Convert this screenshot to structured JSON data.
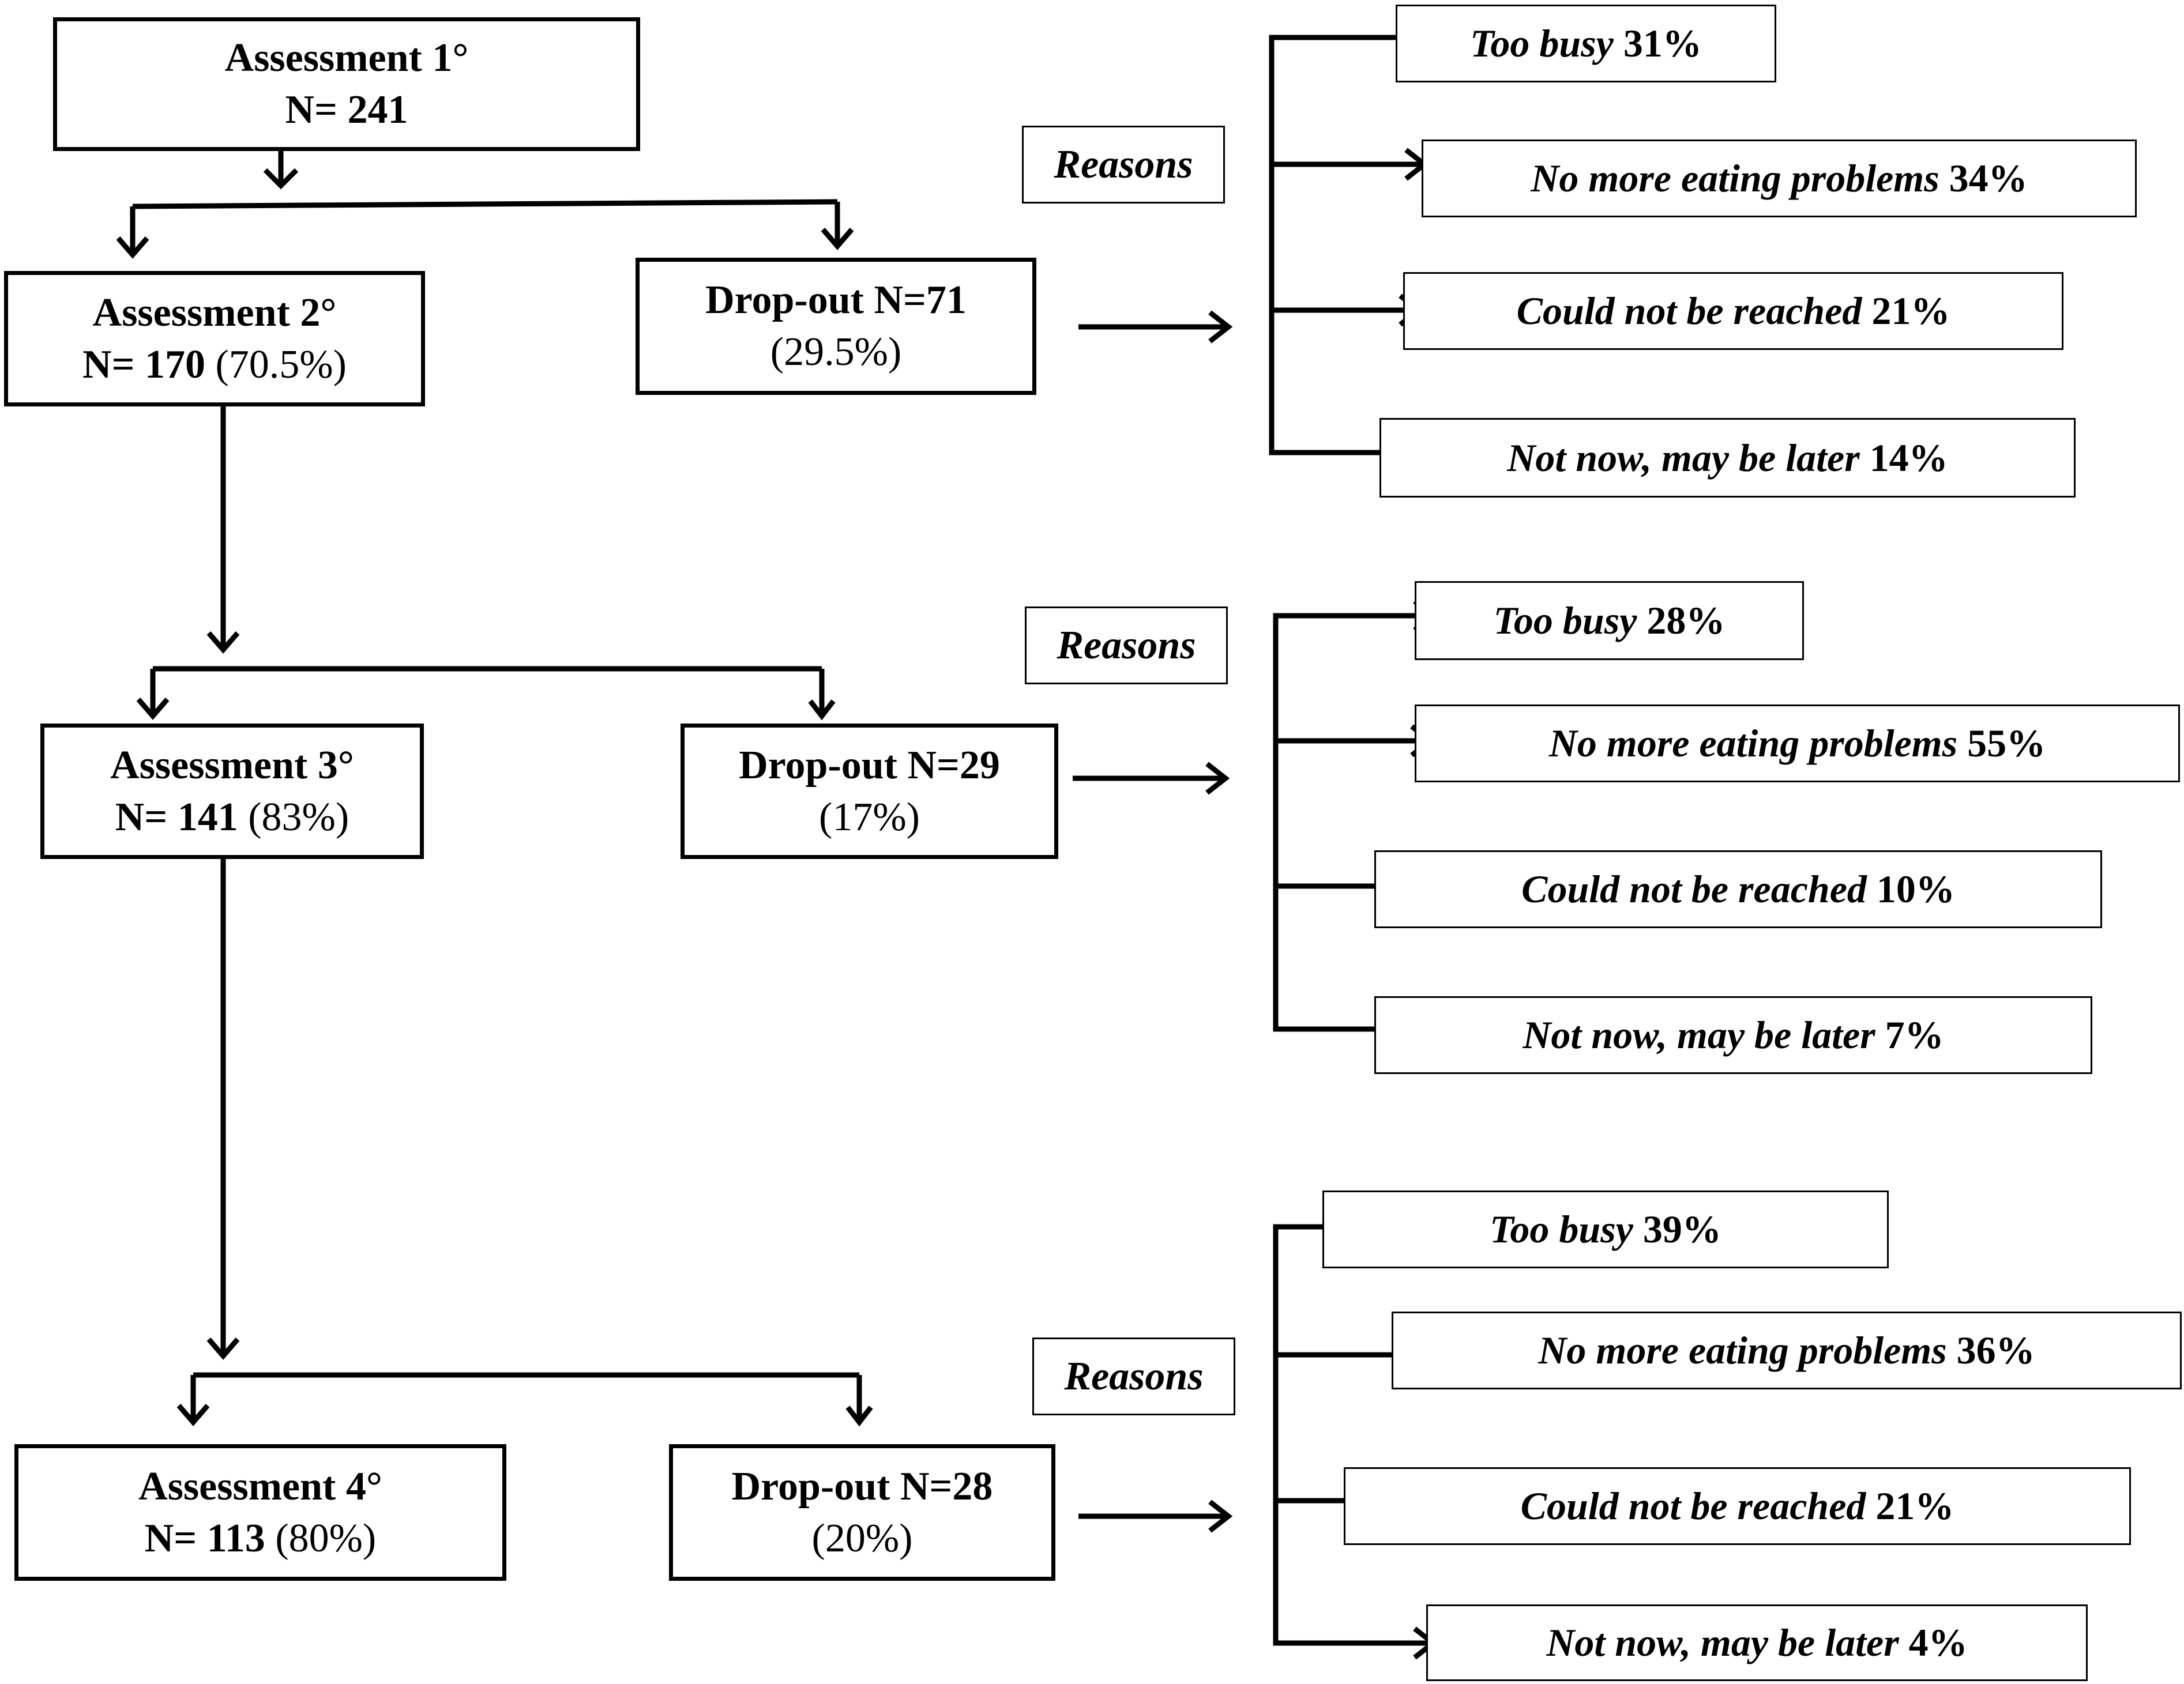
{
  "stages": [
    {
      "title": "Assessment 1°",
      "n": "N= 241",
      "pct": ""
    },
    {
      "title": "Assessment 2°",
      "n": "N= 170",
      "pct": " (70.5%)"
    },
    {
      "title": "Assessment 3°",
      "n": "N= 141 ",
      "pct": " (83%)"
    },
    {
      "title": "Assessment 4°",
      "n": "N= 113 ",
      "pct": "(80%)"
    }
  ],
  "dropouts": [
    {
      "title": "Drop-out N=71",
      "pct": "(29.5%)"
    },
    {
      "title": "Drop-out N=29",
      "pct": "(17%)"
    },
    {
      "title": "Drop-out N=28",
      "pct": "(20%)"
    }
  ],
  "reasons_label": "Reasons",
  "reason_groups": [
    {
      "items": [
        {
          "text": "Too busy",
          "pct": "31%"
        },
        {
          "text": "No more eating problems",
          "pct": "34%"
        },
        {
          "text": "Could not be reached",
          "pct": "21%"
        },
        {
          "text": "Not now, may be later",
          "pct": "14%"
        }
      ]
    },
    {
      "items": [
        {
          "text": "Too busy",
          "pct": "28%"
        },
        {
          "text": "No more eating problems",
          "pct": "55%"
        },
        {
          "text": "Could not be reached",
          "pct": "10%"
        },
        {
          "text": "Not now,  may be later",
          "pct": "7%"
        }
      ]
    },
    {
      "items": [
        {
          "text": "Too busy",
          "pct": "39%"
        },
        {
          "text": "No more eating problems",
          "pct": "36%"
        },
        {
          "text": "Could not be reached",
          "pct": "21%"
        },
        {
          "text": "Not now,  may be later",
          "pct": "4%"
        }
      ]
    }
  ]
}
